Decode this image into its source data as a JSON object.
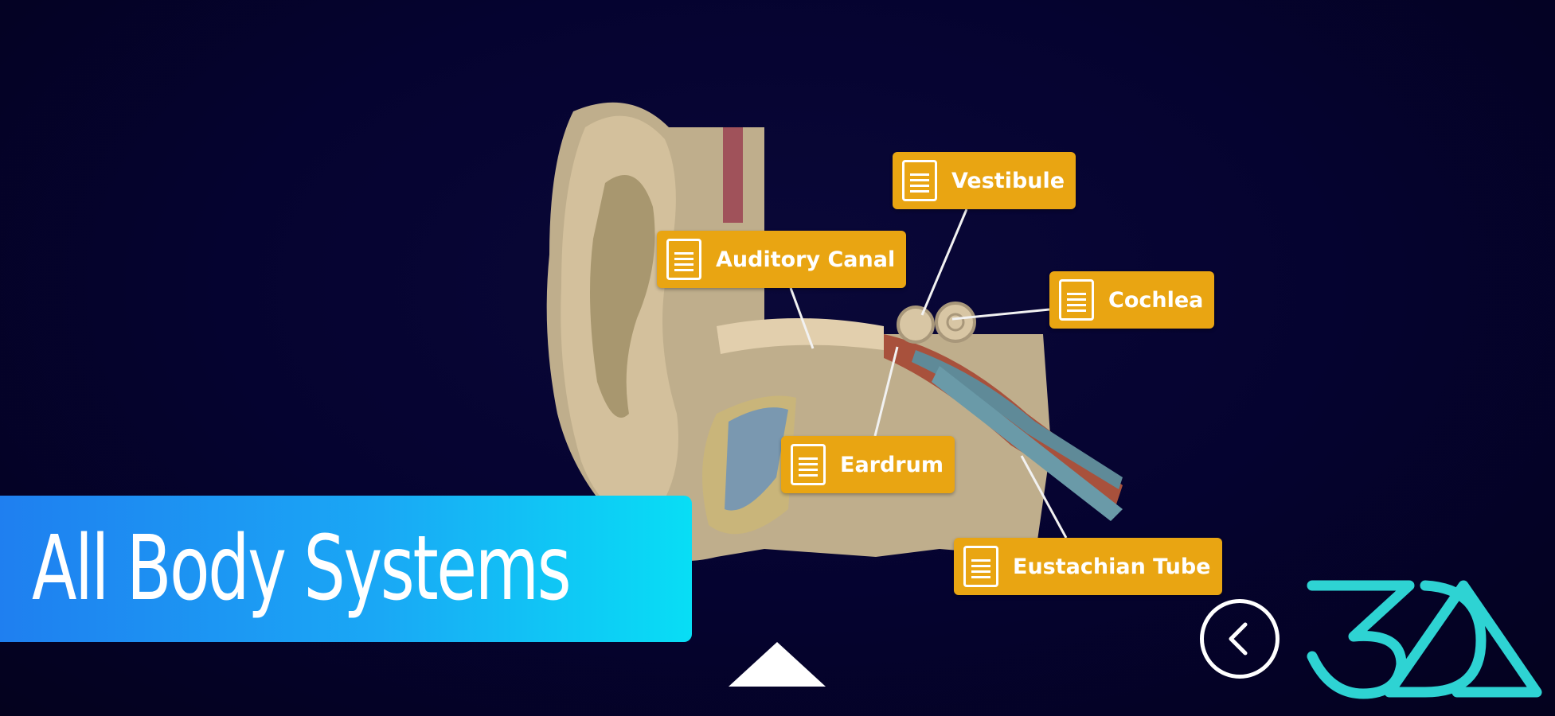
{
  "labels": {
    "vestibule": "Vestibule",
    "auditory_canal": "Auditory Canal",
    "cochlea": "Cochlea",
    "eardrum": "Eardrum",
    "eustachian_tube": "Eustachian Tube"
  },
  "banner": {
    "title": "All Body Systems"
  },
  "logo": {
    "text": "3DA"
  },
  "colors": {
    "label_bg": "#e9a512",
    "logo": "#2ed3d3",
    "banner_start": "#1f7ff0",
    "banner_end": "#08def5"
  }
}
